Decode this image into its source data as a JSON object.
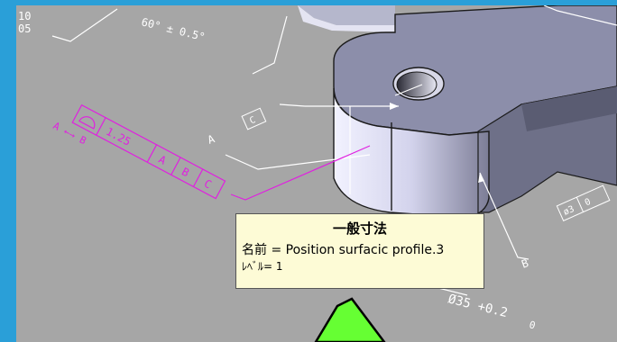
{
  "tooltip": {
    "title": "一般寸法",
    "name_line": "名前 = Position surfacic profile.3",
    "level_line": "ﾚﾍﾞﾙ= 1"
  },
  "annotations": {
    "tl_dim_a": "10",
    "tl_dim_b": "05",
    "angle_dim": "60° ± 0.5°",
    "datum_c": "C",
    "datum_a": "A",
    "datum_b": "B",
    "arrow_label": "A ←→ B",
    "fcf_value": "1.25",
    "fcf_ref_a": "A",
    "fcf_ref_b": "B",
    "fcf_ref_c": "C",
    "dia_dim": "Ø35 +0.2",
    "dia_tol_low": "0",
    "right_box_a": "ø3",
    "right_box_b": "0"
  },
  "colors": {
    "frame": "#2a9fd8",
    "viewport": "#a6a6a6",
    "annotation": "#ffffff",
    "fcf": "#e020e0",
    "part_top": "#8d8fab",
    "part_side": "#d6d6ea",
    "cursor": "#66ff33"
  }
}
